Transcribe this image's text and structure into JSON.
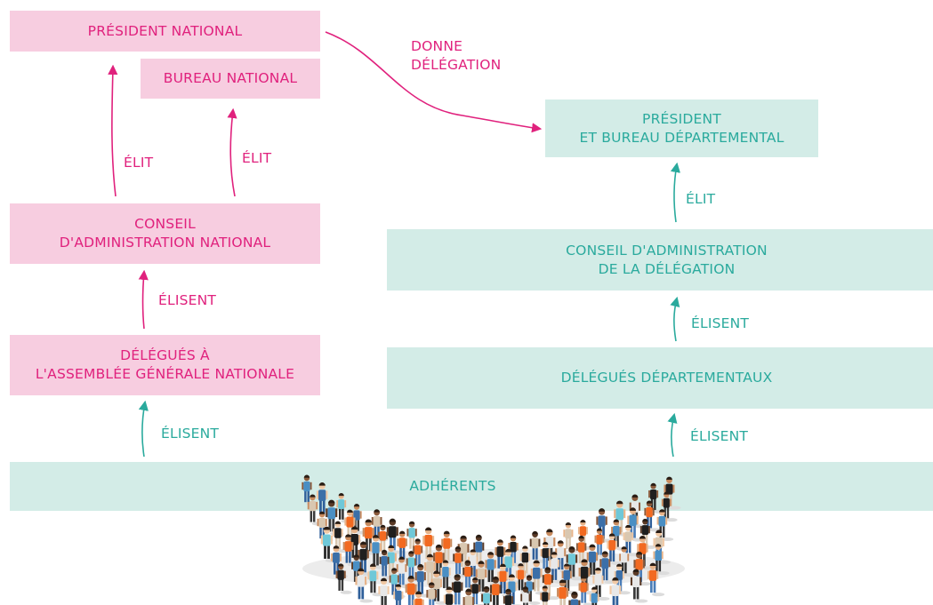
{
  "colors": {
    "pink": "#e0217d",
    "pink_bg": "#f7cde0",
    "teal": "#2aaa9d",
    "teal_bg": "#d3ece7"
  },
  "national": {
    "president": "PRÉSIDENT NATIONAL",
    "bureau": "BUREAU NATIONAL",
    "conseil": "CONSEIL\nD'ADMINISTRATION NATIONAL",
    "delegues": "DÉLÉGUÉS À\nL'ASSEMBLÉE GÉNÉRALE NATIONALE"
  },
  "departemental": {
    "president": "PRÉSIDENT\nET BUREAU DÉPARTEMENTAL",
    "conseil": "CONSEIL D'ADMINISTRATION\nDE LA DÉLÉGATION",
    "delegues": "DÉLÉGUÉS DÉPARTEMENTAUX"
  },
  "adherents": "ADHÉRENTS",
  "labels": {
    "donne_delegation": "DONNE\nDÉLÉGATION",
    "elit_president": "ÉLIT",
    "elit_bureau": "ÉLIT",
    "elisent_conseil_national": "ÉLISENT",
    "elisent_delegues_national": "ÉLISENT",
    "elit_dep": "ÉLIT",
    "elisent_conseil_dep": "ÉLISENT",
    "elisent_delegues_dep": "ÉLISENT"
  },
  "crowd_icon": "crowd-of-members-illustration"
}
